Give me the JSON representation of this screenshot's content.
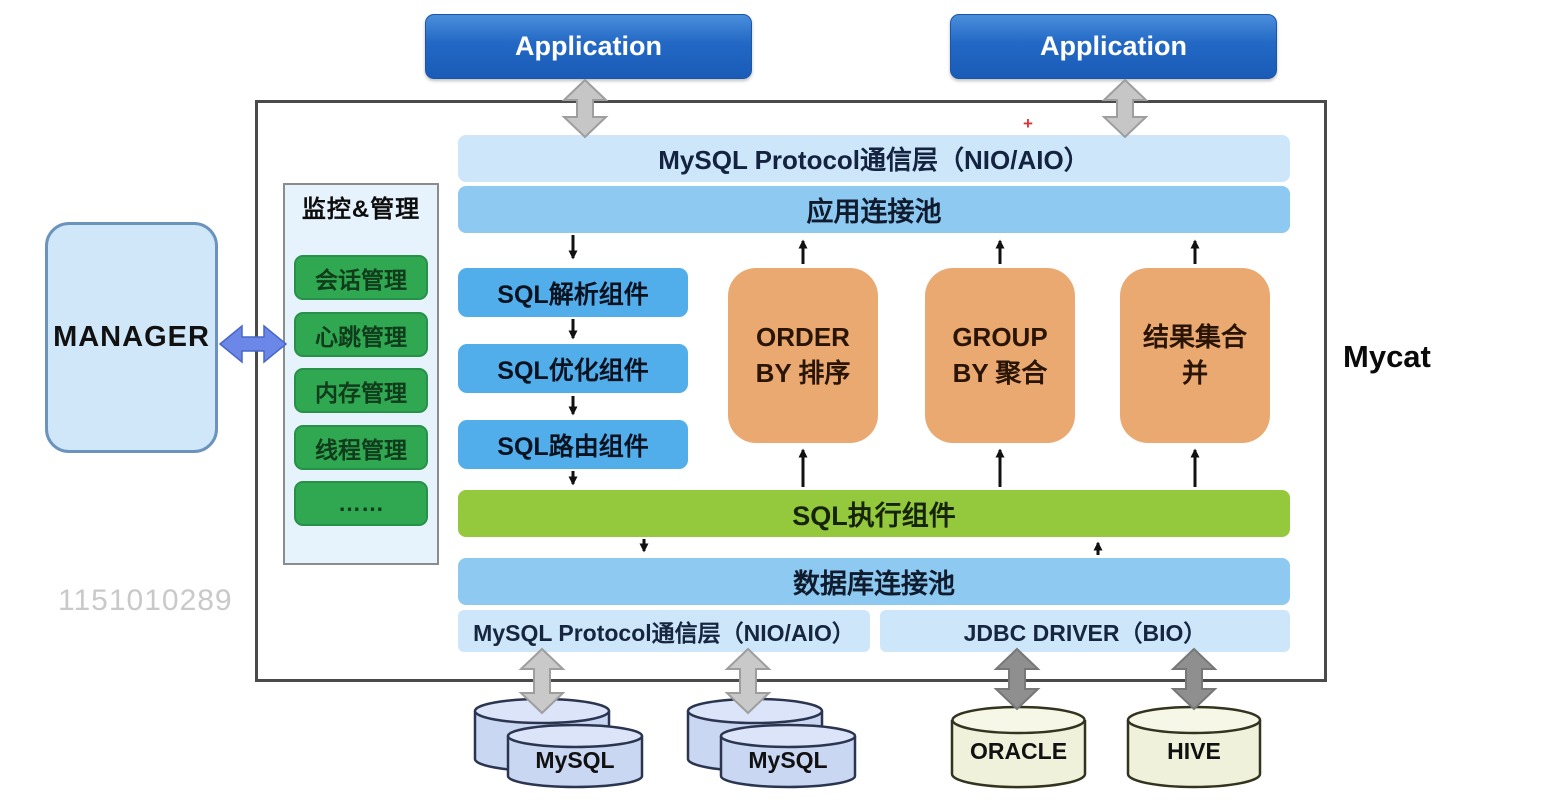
{
  "applications": [
    "Application",
    "Application"
  ],
  "mycat_label": "Mycat",
  "watermark": "1151010289",
  "red_plus_marker": "+",
  "top_layers": {
    "protocol": "MySQL Protocol通信层（NIO/AIO）",
    "app_pool": "应用连接池"
  },
  "monitor": {
    "title": "监控&管理",
    "items": [
      "会话管理",
      "心跳管理",
      "内存管理",
      "线程管理",
      "……"
    ]
  },
  "manager_label": "MANAGER",
  "sql_components": [
    "SQL解析组件",
    "SQL优化组件",
    "SQL路由组件"
  ],
  "processors": [
    "ORDER\nBY 排序",
    "GROUP\nBY 聚合",
    "结果集合\n并"
  ],
  "exec_layer": "SQL执行组件",
  "db_pool": "数据库连接池",
  "bottom_layers": {
    "mysql_protocol": "MySQL Protocol通信层（NIO/AIO）",
    "jdbc_driver": "JDBC DRIVER（BIO）"
  },
  "databases": [
    "MySQL",
    "MySQL",
    "ORACLE",
    "HIVE"
  ],
  "colors": {
    "application_blue": "#2268c4",
    "light_blue_bar": "#cde6fa",
    "medium_blue_bar": "#8ec9f1",
    "component_blue": "#52aeea",
    "orange_box": "#eaa971",
    "green_bar": "#94c83d",
    "green_item": "#30a851",
    "manager_fill": "#cfe7f8",
    "mysql_cylinder_body": "#c9d7f3",
    "oracle_hive_cylinder_body": "#eff1da",
    "silver_arrow": "#c6c6c6",
    "dark_gray_arrow": "#8f8f8f",
    "blue_arrow": "#6b87e8",
    "black_arrow": "#111111"
  }
}
